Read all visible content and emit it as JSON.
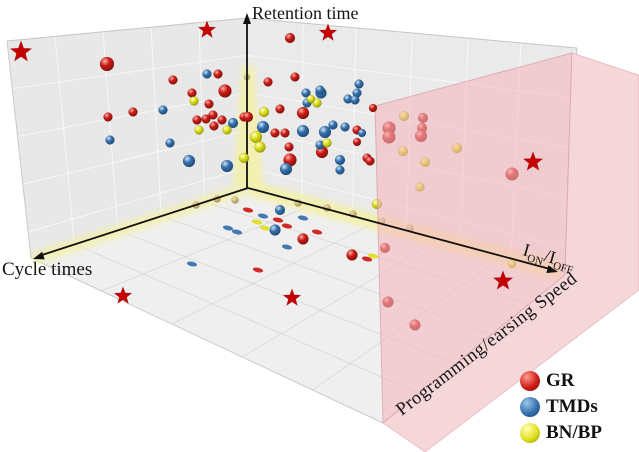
{
  "labels": {
    "retention": "Retention time",
    "cycle": "Cycle times",
    "depth": "Programming/earsing Speed",
    "ion_parts": {
      "i1": "I",
      "sub1": "ON",
      "slash": "/",
      "i2": "I",
      "sub2": "OFF"
    }
  },
  "legend": {
    "items": [
      {
        "label": "GR",
        "color": "#cf1d18",
        "color_light": "#ff9c8d",
        "color_dark": "#7e0b06"
      },
      {
        "label": "TMDs",
        "color": "#3470ad",
        "color_light": "#9cc6e8",
        "color_dark": "#1b4370"
      },
      {
        "label": "BN/BP",
        "color": "#e0e01e",
        "color_light": "#ffffb3",
        "color_dark": "#8f9405"
      }
    ]
  },
  "chart_data": {
    "type": "scatter",
    "projection": "3d",
    "title": "",
    "axes": {
      "vertical": "Retention time",
      "horizontal_left": "Cycle times",
      "horizontal_right": "ION/IOFF",
      "depth": "Programming/earsing Speed",
      "tick_labels": "none (qualitative comparison plot)"
    },
    "highlight": {
      "performance_plane_color": "#f4b6c0",
      "performance_side_color": "#f5d6d9",
      "axis_glow_color": "#f4f1a2"
    },
    "series": [
      {
        "name": "GR",
        "color": "#cb1a16",
        "light": "#ffb3a6",
        "dark": "#821008",
        "points": [
          [
            107,
            64,
            7
          ],
          [
            108,
            117,
            4.5
          ],
          [
            133,
            112,
            4.5
          ],
          [
            290,
            38,
            5
          ],
          [
            173,
            80,
            4.5
          ],
          [
            218,
            74,
            4.5
          ],
          [
            225,
            91,
            6.5
          ],
          [
            268,
            82,
            4.5
          ],
          [
            295,
            77,
            4.5
          ],
          [
            192,
            93,
            4.5
          ],
          [
            209,
            104,
            4.5
          ],
          [
            213,
            115,
            4.5
          ],
          [
            214,
            126,
            4.5
          ],
          [
            197,
            120,
            4.5
          ],
          [
            206,
            119,
            4.5
          ],
          [
            222,
            120,
            4.5
          ],
          [
            244,
            117,
            4.5
          ],
          [
            248,
            117,
            5
          ],
          [
            280,
            109,
            4.5
          ],
          [
            275,
            133,
            4.5
          ],
          [
            285,
            133,
            4.5
          ],
          [
            303,
            113,
            6
          ],
          [
            322,
            152,
            6
          ],
          [
            290,
            160,
            6.5
          ],
          [
            289,
            147,
            4.5
          ],
          [
            357,
            130,
            4.5
          ],
          [
            357,
            142,
            4
          ],
          [
            367,
            158,
            4.5
          ],
          [
            370,
            161,
            4.5
          ],
          [
            373,
            108,
            4
          ]
        ],
        "points_behind_highlight": [
          [
            423,
            118,
            5
          ],
          [
            389,
            128,
            6.5
          ],
          [
            389,
            137,
            6.5
          ],
          [
            422,
            128,
            5
          ],
          [
            421,
            136,
            6
          ],
          [
            512,
            174,
            6.5
          ],
          [
            385,
            248,
            5
          ],
          [
            352,
            255,
            5.5
          ],
          [
            388,
            302,
            5.5
          ],
          [
            415,
            325,
            5.5
          ]
        ],
        "floor_spheres": [
          [
            303,
            239,
            5.5
          ]
        ],
        "floor_marks": [
          [
            248,
            210
          ],
          [
            278,
            220
          ],
          [
            287,
            226
          ],
          [
            317,
            232
          ],
          [
            367,
            259
          ],
          [
            258,
            270
          ]
        ]
      },
      {
        "name": "TMDs",
        "color": "#3470ad",
        "light": "#cfe6f7",
        "dark": "#1c4a75",
        "points": [
          [
            110,
            140,
            4.5
          ],
          [
            207,
            74,
            4.5
          ],
          [
            163,
            110,
            4.5
          ],
          [
            170,
            143,
            4.5
          ],
          [
            189,
            161,
            6
          ],
          [
            227,
            166,
            6
          ],
          [
            286,
            169,
            6
          ],
          [
            233,
            123,
            5
          ],
          [
            263,
            127,
            6
          ],
          [
            303,
            131,
            6
          ],
          [
            325,
            132,
            6
          ],
          [
            307,
            103,
            4.5
          ],
          [
            306,
            93,
            4.5
          ],
          [
            321,
            93,
            5.5
          ],
          [
            333,
            125,
            4.5
          ],
          [
            345,
            127,
            4.5
          ],
          [
            348,
            99,
            4.5
          ],
          [
            357,
            93,
            4.5
          ],
          [
            320,
            145,
            4.5
          ],
          [
            340,
            160,
            5
          ],
          [
            340,
            170,
            4.5
          ],
          [
            359,
            84,
            4.5
          ],
          [
            320,
            90,
            4.5
          ],
          [
            355,
            100,
            4.5
          ],
          [
            362,
            133,
            4
          ]
        ],
        "points_behind_highlight": [],
        "floor_spheres": [
          [
            280,
            210,
            5
          ],
          [
            275,
            230,
            5.5
          ]
        ],
        "floor_marks": [
          [
            263,
            216
          ],
          [
            303,
            218
          ],
          [
            228,
            228
          ],
          [
            237,
            232
          ],
          [
            287,
            247
          ],
          [
            192,
            264
          ]
        ]
      },
      {
        "name": "BN/BP",
        "color": "#dede1c",
        "light": "#ffffd0",
        "dark": "#9a9a05",
        "points": [
          [
            194,
            101,
            4.5
          ],
          [
            199,
            130,
            4.5
          ],
          [
            227,
            130,
            4.5
          ],
          [
            264,
            112,
            5
          ],
          [
            256,
            137,
            6
          ],
          [
            260,
            147,
            5.5
          ],
          [
            244,
            158,
            5
          ],
          [
            317,
            103,
            4.5
          ],
          [
            311,
            99,
            4
          ],
          [
            327,
            143,
            4.5
          ]
        ],
        "points_behind_highlight": [
          [
            404,
            116,
            5
          ],
          [
            403,
            151,
            5
          ],
          [
            425,
            162,
            5
          ],
          [
            457,
            148,
            5
          ],
          [
            420,
            187,
            4.5
          ],
          [
            512,
            264,
            4
          ],
          [
            377,
            204,
            5
          ]
        ],
        "floor_spheres": [],
        "floor_marks": [
          [
            257,
            222
          ],
          [
            265,
            228
          ],
          [
            373,
            256
          ]
        ]
      }
    ],
    "star_markers": {
      "color": "#c60000",
      "points": [
        [
          21,
          52,
          11
        ],
        [
          207,
          30,
          9
        ],
        [
          328,
          33,
          9
        ],
        [
          533,
          162,
          10
        ],
        [
          503,
          281,
          10
        ],
        [
          123,
          296,
          9
        ],
        [
          292,
          298,
          9
        ]
      ]
    },
    "axis_glow_dots": {
      "color": "#d9c285",
      "points": [
        [
          217,
          199,
          3.5
        ],
        [
          196,
          205,
          3.5
        ],
        [
          235,
          200,
          3.5
        ],
        [
          298,
          203,
          3.5
        ],
        [
          327,
          208,
          3.5
        ],
        [
          353,
          214,
          3.5
        ],
        [
          382,
          221,
          3.5
        ],
        [
          247,
          77,
          3
        ],
        [
          410,
          228,
          3.5
        ]
      ]
    }
  }
}
